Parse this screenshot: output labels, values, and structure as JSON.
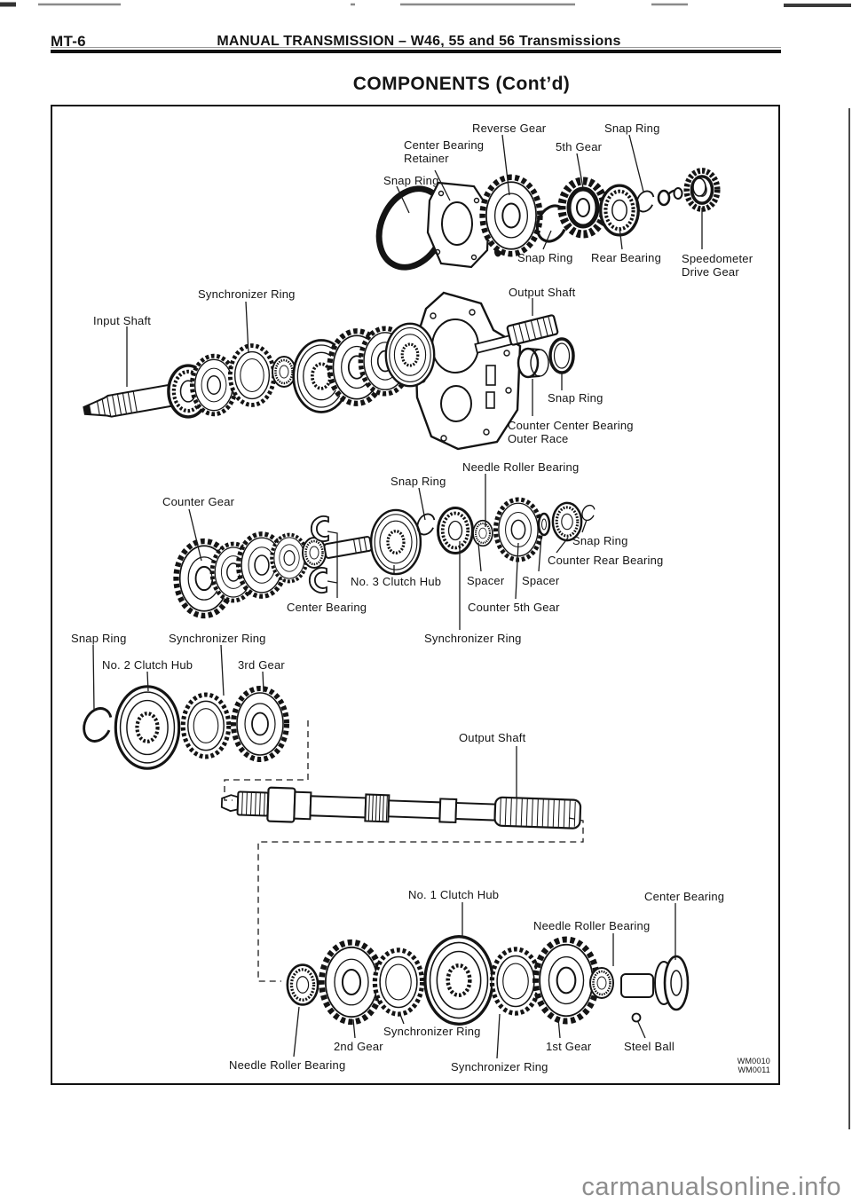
{
  "page": {
    "code": "MT-6",
    "header_bold": "MANUAL TRANSMISSION",
    "header_rest": "– W46, 55 and 56 Transmissions",
    "section_title": "COMPONENTS (Cont’d)",
    "figure_codes": [
      "WM0010",
      "WM0011"
    ],
    "watermark": "carmanualsonline.info"
  },
  "colors": {
    "ink": "#141414",
    "watermark_gray": "#8d8d8d"
  },
  "labels": {
    "reverse_gear": "Reverse Gear",
    "snap_ring_top": "Snap Ring",
    "center_bearing_retainer": "Center Bearing\nRetainer",
    "fifth_gear": "5th Gear",
    "snap_ring_top_left": "Snap Ring",
    "snap_ring_under_5th": "Snap Ring",
    "rear_bearing": "Rear Bearing",
    "speedometer_drive_gear": "Speedometer\nDrive Gear",
    "synchronizer_ring_input": "Synchronizer Ring",
    "input_shaft": "Input Shaft",
    "output_shaft_case": "Output Shaft",
    "snap_ring_case": "Snap Ring",
    "counter_center_bearing_outer_race": "Counter Center Bearing\nOuter Race",
    "needle_roller_bearing_counter": "Needle Roller Bearing",
    "snap_ring_counter_front": "Snap Ring",
    "counter_gear": "Counter Gear",
    "snap_ring_counter_rear": "Snap Ring",
    "counter_rear_bearing": "Counter Rear Bearing",
    "no3_clutch_hub": "No. 3 Clutch Hub",
    "spacer_front": "Spacer",
    "spacer_rear": "Spacer",
    "center_bearing_counter": "Center Bearing",
    "counter_5th_gear": "Counter 5th Gear",
    "synchronizer_ring_counter": "Synchronizer Ring",
    "snap_ring_no2": "Snap Ring",
    "synchronizer_ring_3rd": "Synchronizer Ring",
    "no2_clutch_hub": "No. 2 Clutch Hub",
    "third_gear": "3rd Gear",
    "output_shaft_main": "Output Shaft",
    "no1_clutch_hub": "No. 1 Clutch Hub",
    "center_bearing_output": "Center Bearing",
    "needle_roller_bearing_1st": "Needle Roller Bearing",
    "synchronizer_ring_2nd": "Synchronizer Ring",
    "second_gear": "2nd Gear",
    "first_gear": "1st Gear",
    "steel_ball": "Steel Ball",
    "needle_roller_bearing_2nd": "Needle Roller Bearing",
    "synchronizer_ring_1st": "Synchronizer Ring"
  }
}
